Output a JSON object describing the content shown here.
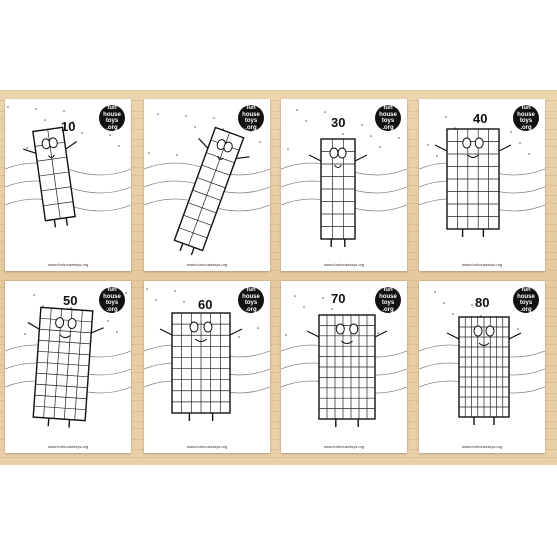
{
  "logo": {
    "line1": "fun",
    "line2": "house",
    "line3": "toys",
    "line4": ".org"
  },
  "website": "www.funhousetoys.org",
  "sheets": [
    {
      "number": "10"
    },
    {
      "number": ""
    },
    {
      "number": "30"
    },
    {
      "number": "40"
    },
    {
      "number": "50"
    },
    {
      "number": "60"
    },
    {
      "number": "70"
    },
    {
      "number": "80"
    }
  ]
}
